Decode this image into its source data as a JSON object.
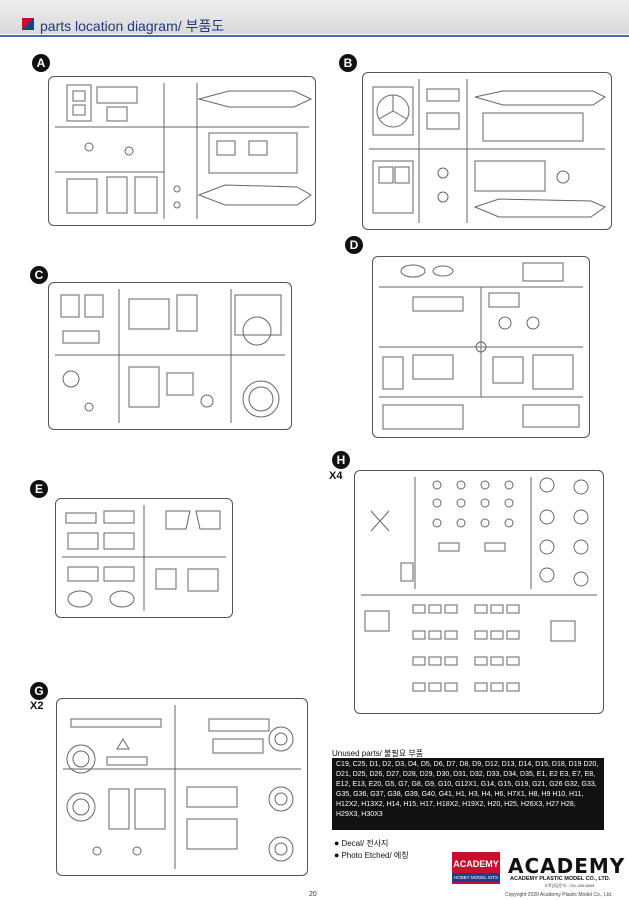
{
  "header": {
    "title": "parts location diagram/ 부품도"
  },
  "sections": {
    "A": {
      "label": "A"
    },
    "B": {
      "label": "B"
    },
    "C": {
      "label": "C"
    },
    "D": {
      "label": "D"
    },
    "E": {
      "label": "E"
    },
    "G": {
      "label": "G",
      "multiplier": "X2"
    },
    "H": {
      "label": "H",
      "multiplier": "X4"
    }
  },
  "unused": {
    "title": "Unused parts/ 불필요 부품",
    "list": "C19, C25, D1, D2, D3, D4, D5, D6, D7, D8, D9, D12, D13, D14, D15, D18, D19 D20, D21, D25, D26, D27, D28, D29, D30, D31, D32, D33, D34, D35, E1, E2 E3, E7, E8, E12, E13, E20, G5, G7, G8, G9, G10, G12X1, G14, G15, G19, G21, G26 G32, G33, G35, G36, G37, G38, G39, G40, G41, H1, H3, H4, H6, H7X1, H8, H9 H10, H11, H12X2, H13X2, H14, H15, H17, H18X2, H19X2, H20, H25, H26X3, H27 H28, H29X3, H30X3"
  },
  "legend": {
    "decal": "Decal/ 전사지",
    "photo_etched": "Photo Etched/ 에칭"
  },
  "brand": {
    "badge_top": "ACADEMY",
    "badge_bottom": "HOBBY MODEL KITS",
    "name": "ACADEMY",
    "company": "ACADEMY PLASTIC MODEL CO., LTD.",
    "company_sub": "고객상담문의 : 031-465-8855"
  },
  "footer": {
    "page_number": "20",
    "copyright": "Copyright 2020 Academy Plastic Model Co., Ltd."
  }
}
